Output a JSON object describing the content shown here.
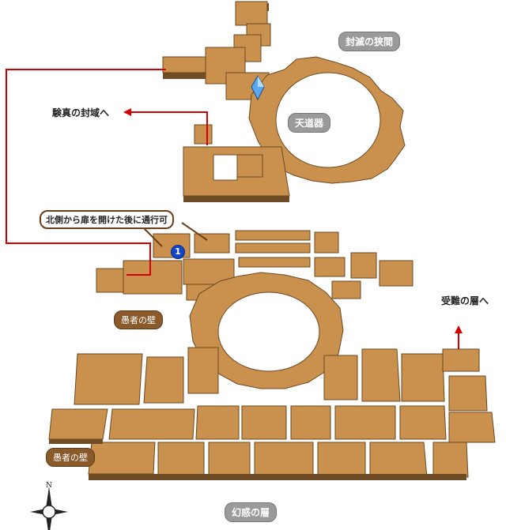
{
  "labels": {
    "top_area": "封滅の狭間",
    "device": "天道器",
    "to_north": "験真の封域へ",
    "door_note": "北側から扉を開けた後に通行可",
    "wall_upper": "愚者の壁",
    "wall_lower": "愚者の壁",
    "to_east": "受難の層へ",
    "bottom_area": "幻惑の層"
  },
  "marker": {
    "number": "1"
  },
  "compass": {
    "north": "N"
  },
  "colors": {
    "floor": "#c9904e",
    "floor_side": "#6e4c25",
    "route_line": "#d40000",
    "marker": "#1245c9",
    "crystal": "#5aa9f0"
  }
}
